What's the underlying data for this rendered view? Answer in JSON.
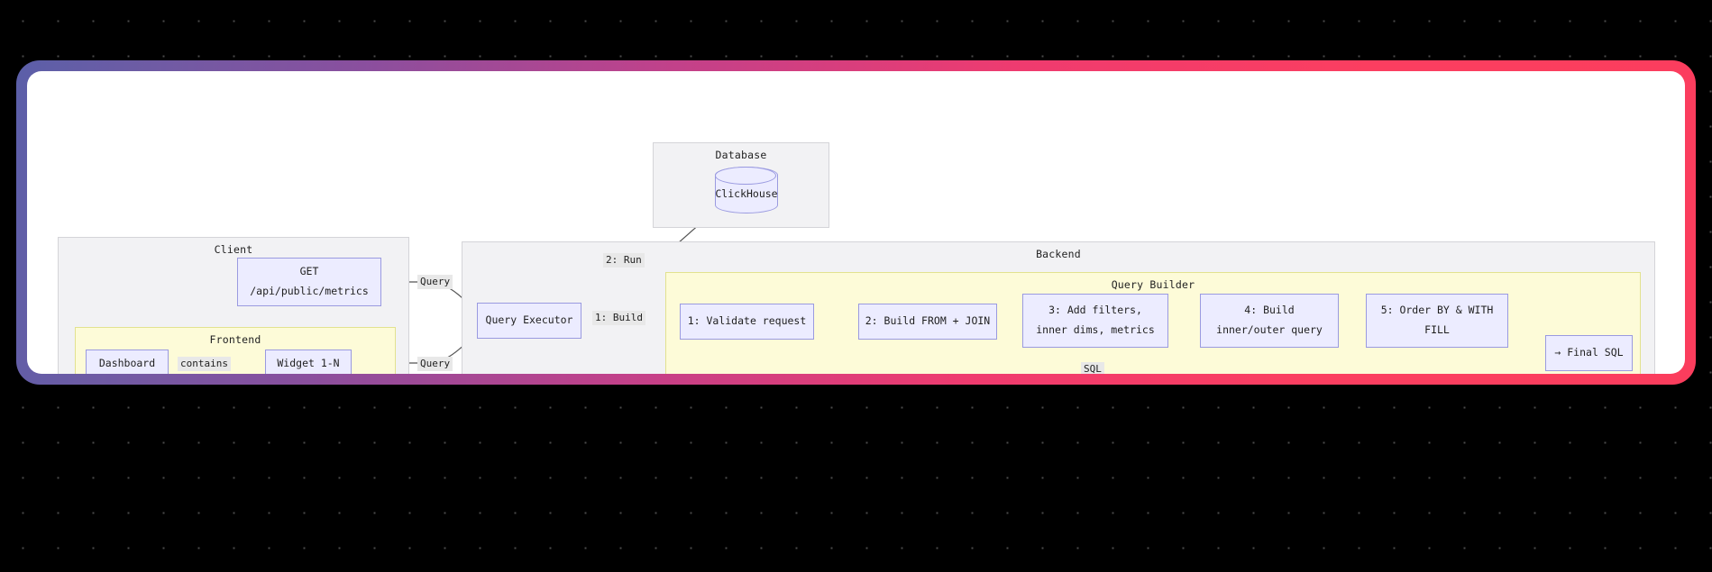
{
  "canvas": {
    "background_color": "#000000",
    "dot_color": "#4a4a4a",
    "frame_gradient_from": "#5b5fa8",
    "frame_gradient_mid": "#c2418a",
    "frame_gradient_to": "#fb3d5d",
    "surface_color": "#ffffff"
  },
  "palette": {
    "node_fill": "#ececff",
    "node_border": "#9a9ae0",
    "cluster_fill": "#f2f2f4",
    "cluster_border": "#d4d4d8",
    "cluster_yellow_fill": "#fdfbd8",
    "cluster_yellow_border": "#e2e28f",
    "edge_stroke": "#555555",
    "edge_label_bg": "#e8e8e8"
  },
  "clusters": {
    "client": {
      "label": "Client"
    },
    "frontend": {
      "label": "Frontend"
    },
    "database": {
      "label": "Database"
    },
    "backend": {
      "label": "Backend"
    },
    "query_builder": {
      "label": "Query Builder"
    }
  },
  "nodes": {
    "api_endpoint": {
      "line1": "GET",
      "line2": "/api/public/metrics"
    },
    "dashboard": {
      "line1": "Dashboard"
    },
    "widget": {
      "line1": "Widget 1-N"
    },
    "clickhouse": {
      "line1": "ClickHouse"
    },
    "query_executor": {
      "line1": "Query Executor"
    },
    "step1": {
      "line1": "1: Validate request"
    },
    "step2": {
      "line1": "2: Build FROM + JOIN"
    },
    "step3": {
      "line1": "3: Add filters,",
      "line2": "inner dims, metrics"
    },
    "step4": {
      "line1": "4: Build",
      "line2": "inner/outer query"
    },
    "step5": {
      "line1": "5: Order BY & WITH",
      "line2": "FILL"
    },
    "final_sql": {
      "line1": "→ Final SQL"
    }
  },
  "edge_labels": {
    "query_top": "Query",
    "query_bottom": "Query",
    "contains": "contains",
    "run": "2: Run",
    "build": "1: Build",
    "sql": "SQL"
  }
}
